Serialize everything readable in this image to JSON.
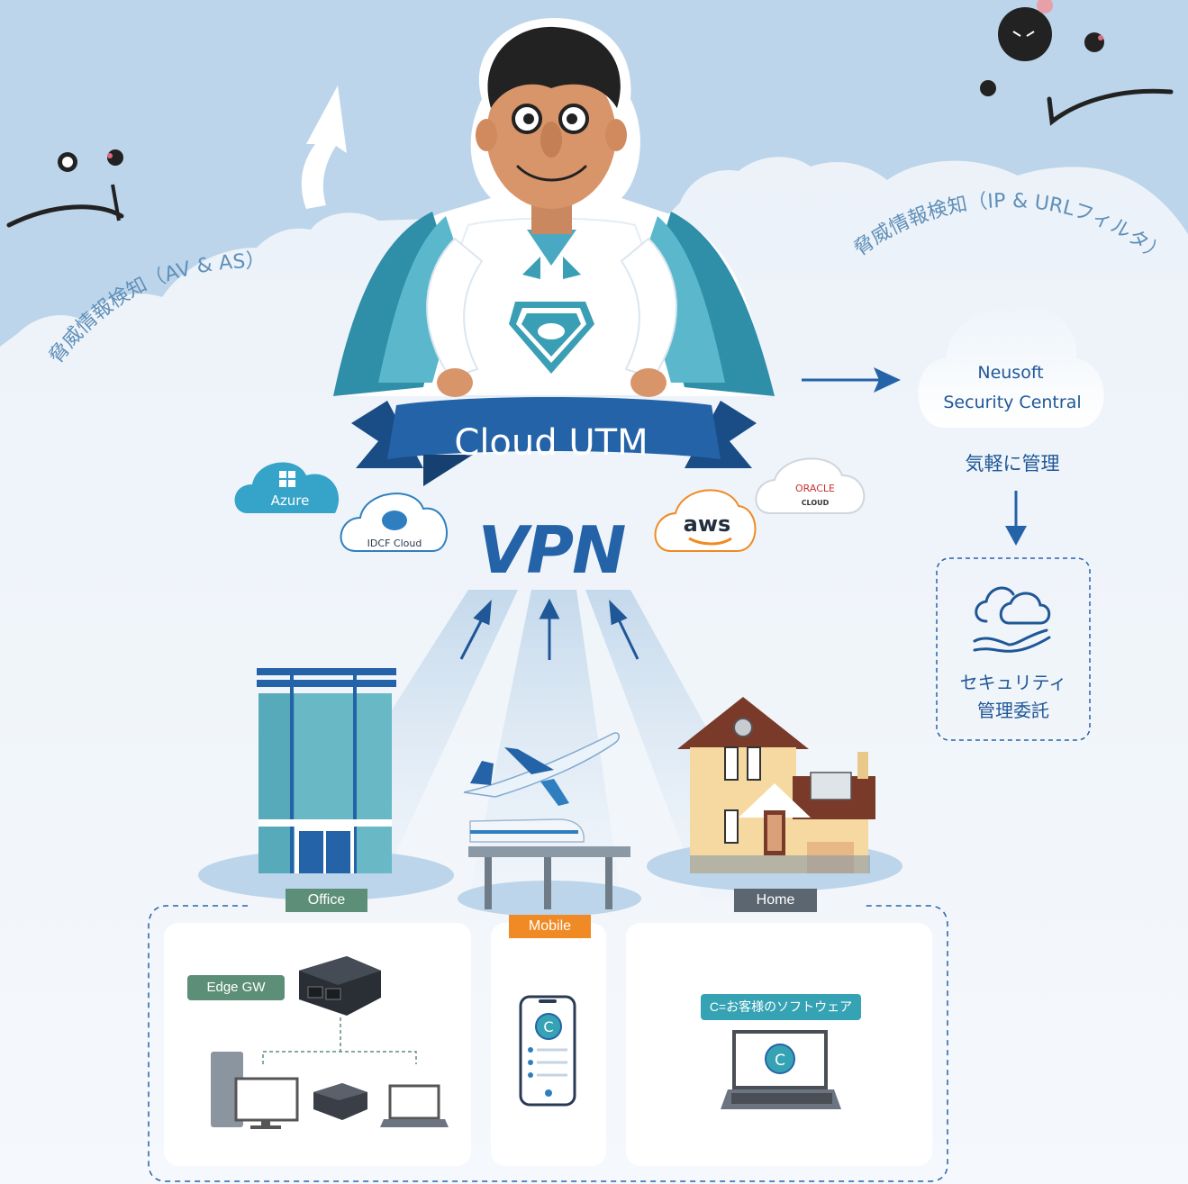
{
  "threat_left": "脅威情報検知（AV & AS）",
  "threat_right": "脅威情報検知（IP & URLフィルタ）",
  "banner": "Cloud UTM",
  "vpn": "VPN",
  "clouds": {
    "azure": "Azure",
    "idcf": "IDCF Cloud",
    "aws": "aws",
    "oracle_top": "ORACLE",
    "oracle_bottom": "CLOUD"
  },
  "nsc": {
    "line1": "Neusoft",
    "line2": "Security Central"
  },
  "easy_manage": "気軽に管理",
  "delegation": {
    "line1": "セキュリティ",
    "line2": "管理委託"
  },
  "locations": {
    "office": "Office",
    "mobile": "Mobile",
    "home": "Home"
  },
  "edge_gw": "Edge GW",
  "client_badge": "C=お客様のソフトウェア",
  "client_letter": "C",
  "colors": {
    "sky": "#bcd5ea",
    "brand_blue": "#2563a8",
    "dark_blue": "#1f5797",
    "teal": "#3a9eb5",
    "green_tag": "#5d8f78",
    "orange_tag": "#f08a24",
    "gray_tag": "#5c6670",
    "badge_teal": "#36a3b5"
  }
}
